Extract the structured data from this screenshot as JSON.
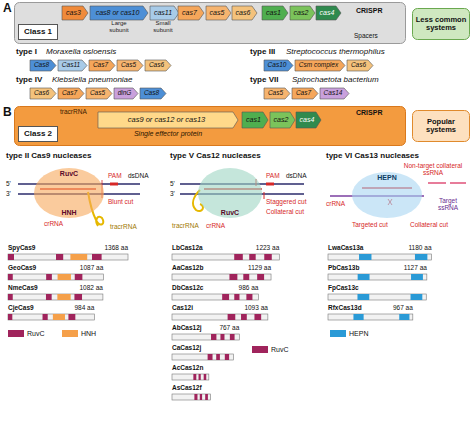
{
  "diagram": {
    "nodes": [
      {
        "text": []
      },
      {
        "text": [
          "cas3"
        ],
        "in": 0
      },
      {
        "text": [
          "cas8 or cas10"
        ],
        "in": 0
      },
      {
        "text": [
          "cas11"
        ],
        "in": 0
      },
      {
        "text": [
          "cas7"
        ],
        "in": 0
      },
      {
        "text": [
          "cas5"
        ],
        "in": 0
      },
      {
        "text": [
          "cas6"
        ],
        "in": 0
      },
      {
        "text": [
          "cas1"
        ],
        "in": 0
      },
      {
        "text": [
          "cas2"
        ],
        "in": 0
      },
      {
        "text": [
          "cas4"
        ],
        "in": 0
      },
      {
        "text": [
          "Class 1"
        ],
        "in": 0
      },
      {
        "text": [
          "Less common systems"
        ]
      },
      {
        "text": [
          "Cas8"
        ]
      },
      {
        "text": [
          "Cas11"
        ]
      },
      {
        "text": [
          "Cas7"
        ]
      },
      {
        "text": [
          "Cas5"
        ]
      },
      {
        "text": [
          "Cas6"
        ]
      },
      {
        "text": [
          "Cas10"
        ]
      },
      {
        "text": [
          "Csm complex"
        ]
      },
      {
        "text": [
          "Cas6"
        ]
      },
      {
        "text": [
          "Cas6"
        ]
      },
      {
        "text": [
          "Cas7"
        ]
      },
      {
        "text": [
          "Cas5"
        ]
      },
      {
        "text": [
          "dinG"
        ]
      },
      {
        "text": [
          "Cas8"
        ]
      },
      {
        "text": [
          "Cas5"
        ]
      },
      {
        "text": [
          "Cas7"
        ]
      },
      {
        "text": [
          "Cas14"
        ]
      },
      {
        "text": []
      },
      {
        "text": [
          "cas9 or cas12 or cas13"
        ],
        "in": 28
      },
      {
        "text": [
          "cas1"
        ],
        "in": 28
      },
      {
        "text": [
          "cas2"
        ],
        "in": 28
      },
      {
        "text": [
          "cas4"
        ],
        "in": 28
      },
      {
        "text": [
          "Class 2"
        ],
        "in": 28
      },
      {
        "text": [
          "Popular systems"
        ]
      },
      {
        "text": [
          "RuvC",
          "HNH"
        ]
      },
      {
        "text": [
          "RuvC"
        ]
      },
      {
        "text": [
          "HEPN"
        ]
      }
    ],
    "labels": [
      "A",
      "Large subunit",
      "Small subunit",
      "CRISPR",
      "Spacers",
      "type I",
      "Moraxella osloensis",
      "type III",
      "Streptococcus thermophilus",
      "type IV",
      "Klebsiella pneumoniae",
      "type VII",
      "Spirochaetota bacterium",
      "B",
      "tracrRNA",
      "Single effector protein",
      "CRISPR",
      "type II Cas9 nucleases",
      "type V Cas12 nucleases",
      "type VI Cas13 nucleases",
      "5'",
      "3'",
      "PAM",
      "dsDNA",
      "crRNA",
      "tracrRNA",
      "Blunt cut",
      "5'",
      "3'",
      "PAM",
      "dsDNA",
      "crRNA",
      "tracrRNA",
      "Staggered cut",
      "Collateral cut",
      "Non-target collateral ssRNA",
      "Target ssRNA",
      "crRNA",
      "Targeted cut",
      "Collateral cut",
      "SpyCas9",
      "1368 aa",
      "GeoCas9",
      "1087 aa",
      "NmeCas9",
      "1082 aa",
      "CjeCas9",
      "984 aa",
      "LbCas12a",
      "1223 aa",
      "AaCas12b",
      "1129 aa",
      "DbCas12c",
      "986 aa",
      "Cas12i",
      "1093 aa",
      "AbCas12j",
      "767 aa",
      "CaCas12j",
      "AcCas12n",
      "AsCas12f",
      "LwaCas13a",
      "1180 aa",
      "PbCas13b",
      "1127 aa",
      "FpCas13c",
      "RfxCas13d",
      "967 aa"
    ],
    "legend": [
      {
        "text": "RuvC",
        "color": "#a0245c"
      },
      {
        "text": "HNH",
        "color": "#f5a04a"
      },
      {
        "text": "RuvC",
        "color": "#a0245c"
      },
      {
        "text": "HEPN",
        "color": "#2a9ad6"
      }
    ]
  }
}
